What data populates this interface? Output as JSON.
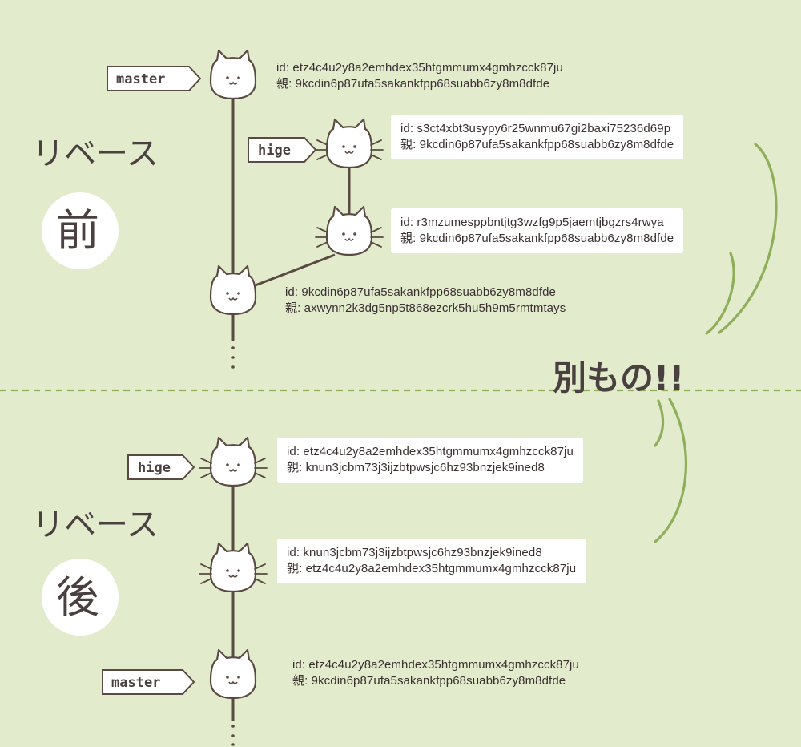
{
  "sections": {
    "before": {
      "action": "リベース",
      "when": "前"
    },
    "after": {
      "action": "リベース",
      "when": "後"
    }
  },
  "annotation": "別もの!!",
  "colors": {
    "background": "#e3ebcd",
    "line": "#5a4a42",
    "accent_green": "#8fae5a",
    "box": "#ffffff"
  },
  "before": {
    "master_label": "master",
    "hige_label": "hige",
    "commits": [
      {
        "id": "id: etz4c4u2y8a2emhdex35htgmmumx4gmhzcck87ju",
        "parent": "親: 9kcdin6p87ufa5sakankfpp68suabb6zy8m8dfde"
      },
      {
        "id": "id: s3ct4xbt3usypy6r25wnmu67gi2baxi75236d69p",
        "parent": "親: 9kcdin6p87ufa5sakankfpp68suabb6zy8m8dfde"
      },
      {
        "id": "id: r3mzumesppbntjtg3wzfg9p5jaemtjbgzrs4rwya",
        "parent": "親: 9kcdin6p87ufa5sakankfpp68suabb6zy8m8dfde"
      },
      {
        "id": "id: 9kcdin6p87ufa5sakankfpp68suabb6zy8m8dfde",
        "parent": "親: axwynn2k3dg5np5t868ezcrk5hu5h9m5rmtmtays"
      }
    ]
  },
  "after": {
    "hige_label": "hige",
    "master_label": "master",
    "commits": [
      {
        "id": "id: etz4c4u2y8a2emhdex35htgmmumx4gmhzcck87ju",
        "parent": "親: knun3jcbm73j3ijzbtpwsjc6hz93bnzjek9ined8"
      },
      {
        "id": "id: knun3jcbm73j3ijzbtpwsjc6hz93bnzjek9ined8",
        "parent": "親: etz4c4u2y8a2emhdex35htgmmumx4gmhzcck87ju"
      },
      {
        "id": "id: etz4c4u2y8a2emhdex35htgmmumx4gmhzcck87ju",
        "parent": "親: 9kcdin6p87ufa5sakankfpp68suabb6zy8m8dfde"
      }
    ]
  }
}
